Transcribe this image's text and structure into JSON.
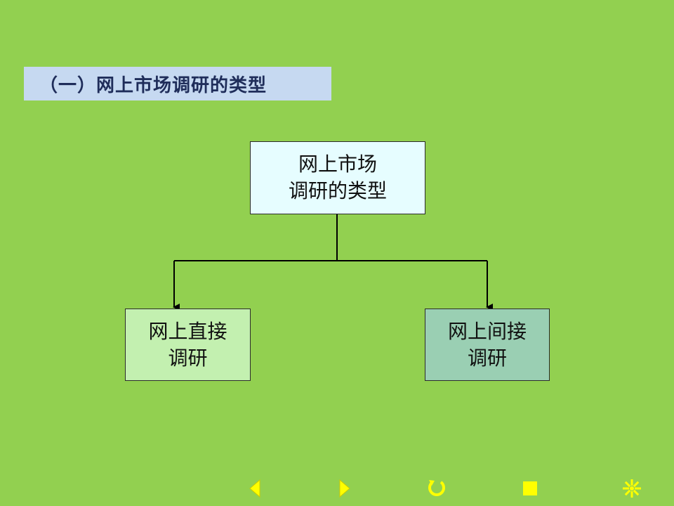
{
  "slide": {
    "heading": "（一）网上市场调研的类型",
    "colors": {
      "background": "#92d050",
      "heading_bg": "#c6d9f1",
      "nav_icons": "#ffff00"
    }
  },
  "diagram": {
    "root": {
      "line1": "网上市场",
      "line2": "调研的类型"
    },
    "children": [
      {
        "line1": "网上直接",
        "line2": "调研"
      },
      {
        "line1": "网上间接",
        "line2": "调研"
      }
    ]
  },
  "navigation": {
    "icons": [
      "previous-icon",
      "next-icon",
      "return-icon",
      "stop-icon",
      "menu-icon"
    ]
  }
}
